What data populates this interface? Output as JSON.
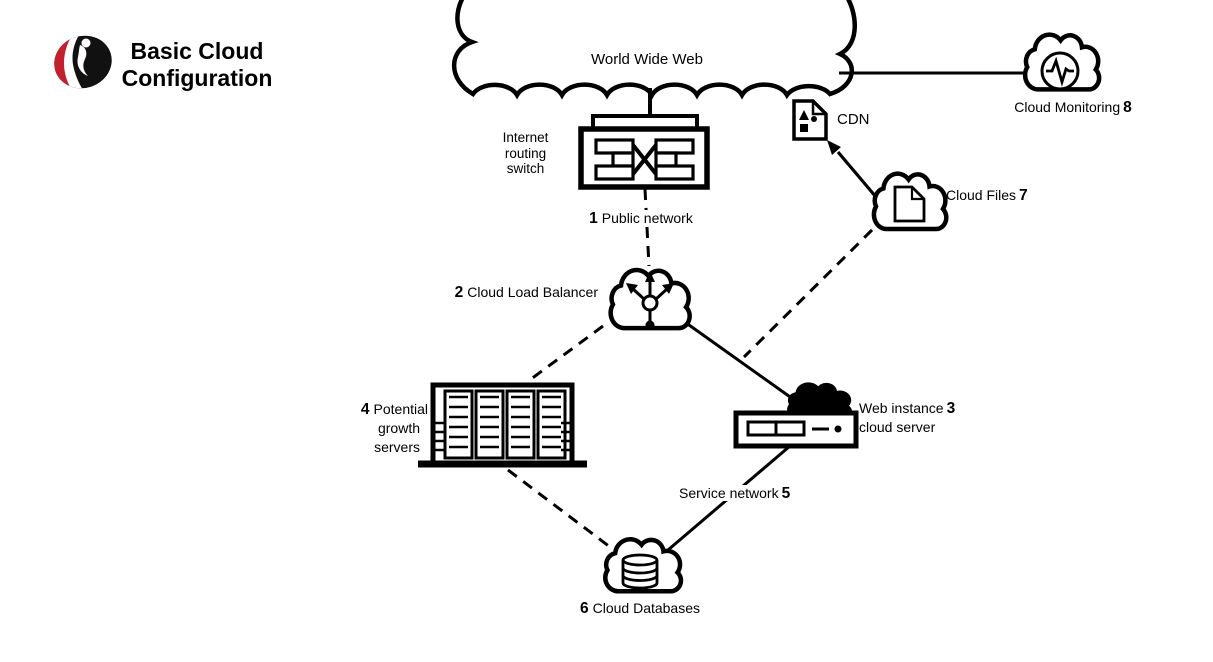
{
  "header": {
    "title_line1": "Basic Cloud",
    "title_line2": "Configuration",
    "logo": "rackspace-logo"
  },
  "diagram": {
    "www": {
      "label": "World Wide Web"
    },
    "switch": {
      "label_line1": "Internet",
      "label_line2": "routing",
      "label_line3": "switch"
    },
    "public_network": {
      "num": "1",
      "label": "Public network"
    },
    "load_balancer": {
      "num": "2",
      "label": "Cloud Load Balancer"
    },
    "web_instance": {
      "num": "3",
      "label_line1": "Web instance",
      "label_line2": "cloud server"
    },
    "growth_servers": {
      "num": "4",
      "label_line1": "Potential",
      "label_line2": "growth",
      "label_line3": "servers"
    },
    "service_network": {
      "num": "5",
      "label": "Service network"
    },
    "databases": {
      "num": "6",
      "label": "Cloud Databases"
    },
    "cloud_files": {
      "num": "7",
      "label": "Cloud Files"
    },
    "cdn": {
      "label": "CDN"
    },
    "monitoring": {
      "num": "8",
      "label": "Cloud Monitoring"
    }
  },
  "icons": [
    "rackspace-logo",
    "www-cloud",
    "routing-switch-icon",
    "load-balancer-cloud-icon",
    "server-rack-icon",
    "cloud-server-icon",
    "database-cloud-icon",
    "file-cloud-icon",
    "cdn-document-icon",
    "monitoring-cloud-icon"
  ],
  "colors": {
    "ink": "#000000",
    "background": "#ffffff",
    "logo_red": "#c2202c",
    "logo_black": "#111111"
  }
}
